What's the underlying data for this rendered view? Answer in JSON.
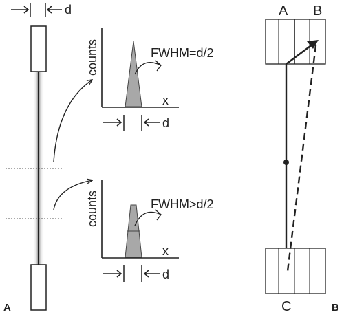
{
  "labels": {
    "d_top": "d",
    "counts_top": "counts",
    "fwhm_top": "FWHM=d/2",
    "x_top": "x",
    "d_mid": "d",
    "counts_bottom": "counts",
    "fwhm_bottom": "FWHM>d/2",
    "x_bottom": "x",
    "d_bottom": "d",
    "panel_a": "A",
    "panel_b": "B",
    "col_a": "A",
    "col_b": "B",
    "col_c": "C"
  }
}
